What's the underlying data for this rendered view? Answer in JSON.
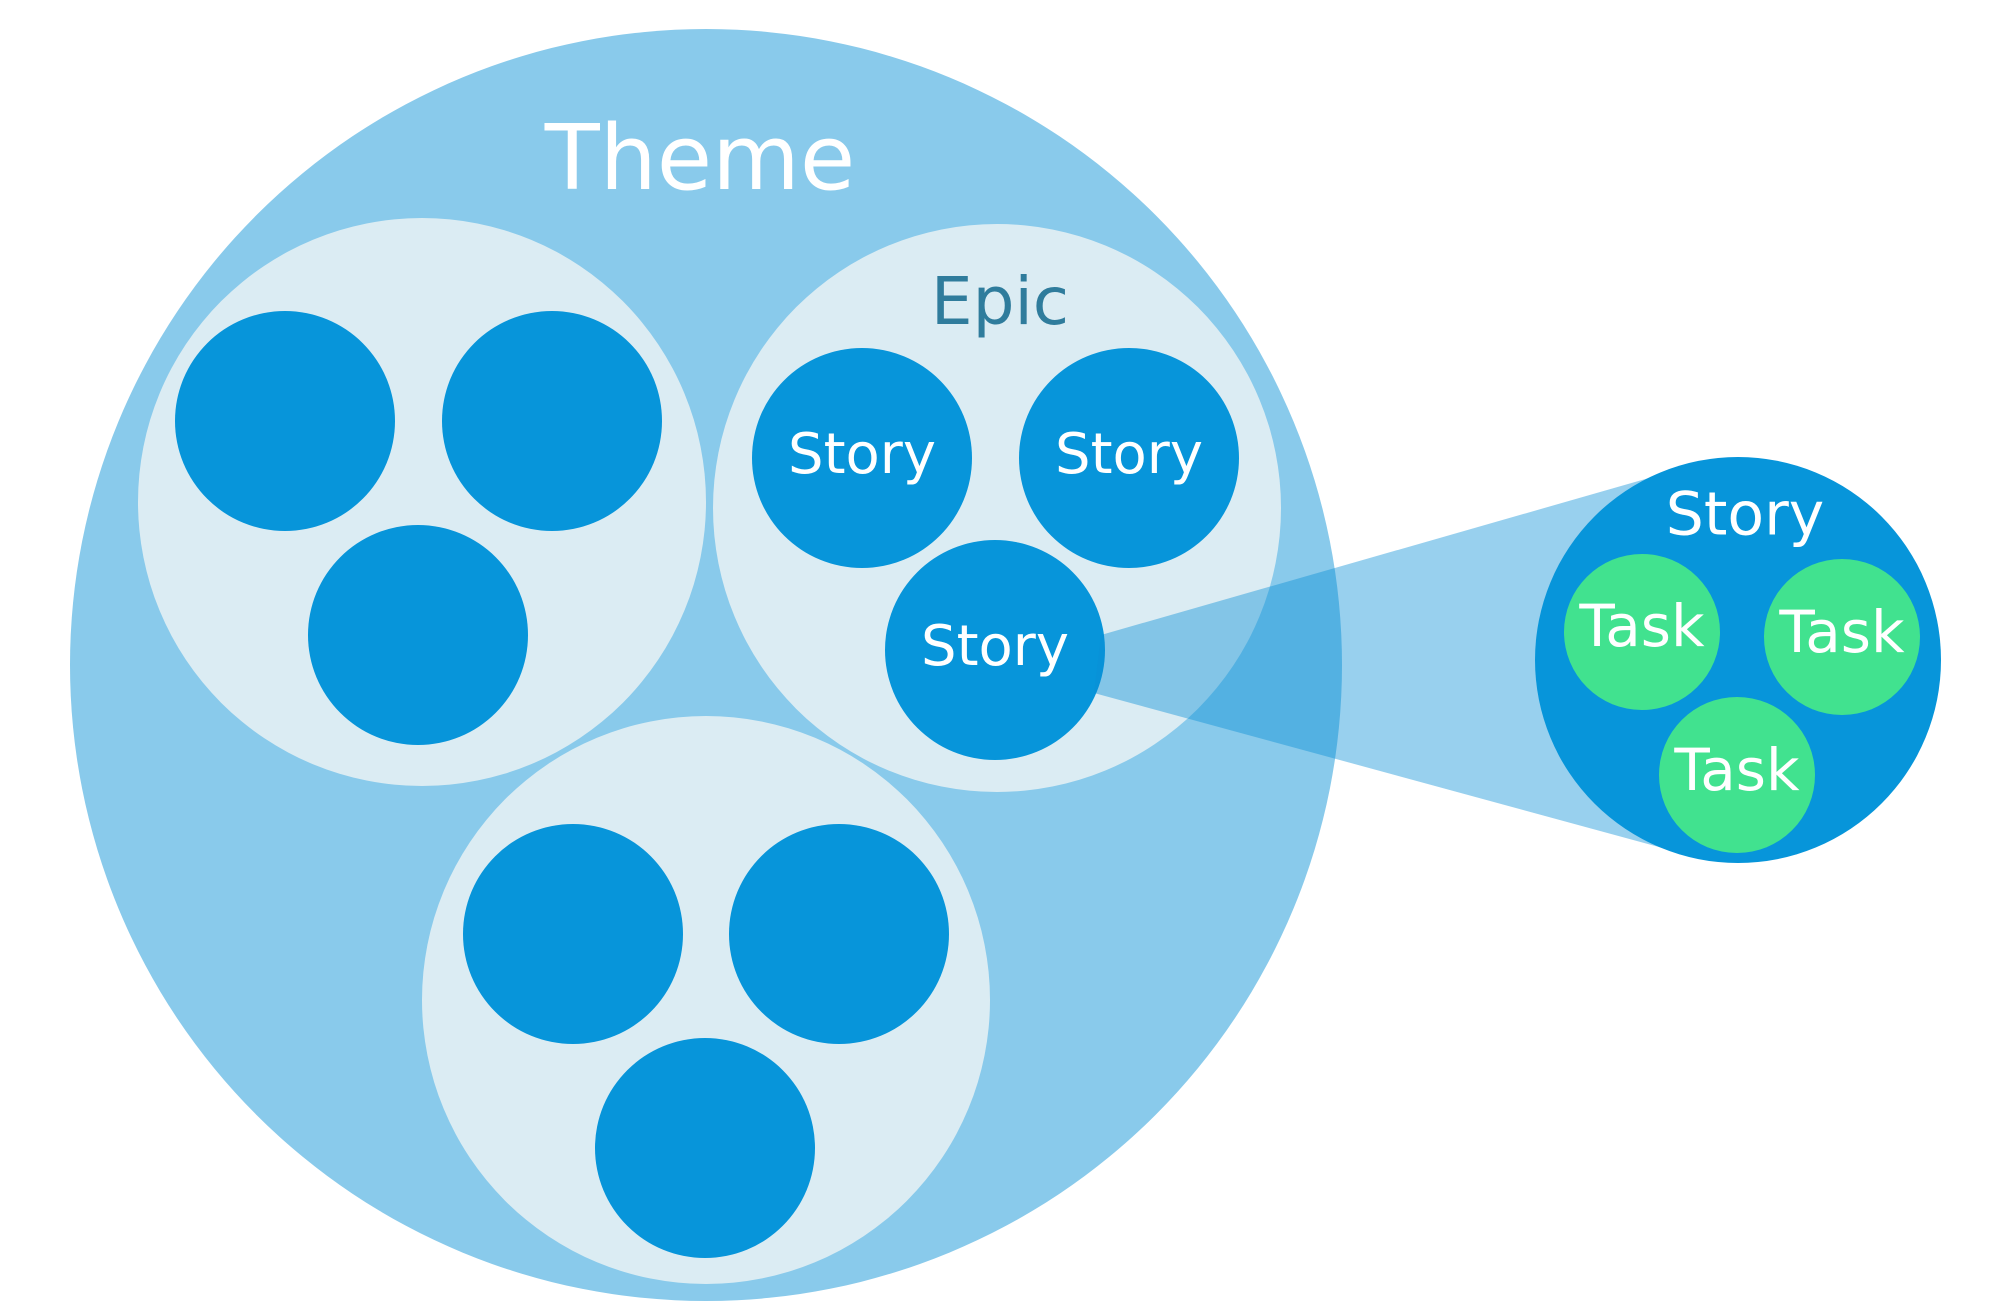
{
  "colors": {
    "background": "#ffffff",
    "theme_fill": "#89caeb",
    "epic_fill": "#dbecf3",
    "story_fill": "#0795da",
    "task_fill": "#41e28f",
    "zoom_beam": "#0a8ed7",
    "theme_text": "#ffffff",
    "epic_text": "#2f7c9c",
    "story_text": "#ffffff",
    "task_text": "#ffffff"
  },
  "theme": {
    "label": "Theme"
  },
  "epics": [
    {
      "label": "",
      "stories": [
        "",
        "",
        ""
      ]
    },
    {
      "label": "Epic",
      "stories": [
        "Story",
        "Story",
        "Story"
      ]
    },
    {
      "label": "",
      "stories": [
        "",
        "",
        ""
      ]
    }
  ],
  "zoomed_story": {
    "label": "Story",
    "tasks": [
      "Task",
      "Task",
      "Task"
    ]
  }
}
